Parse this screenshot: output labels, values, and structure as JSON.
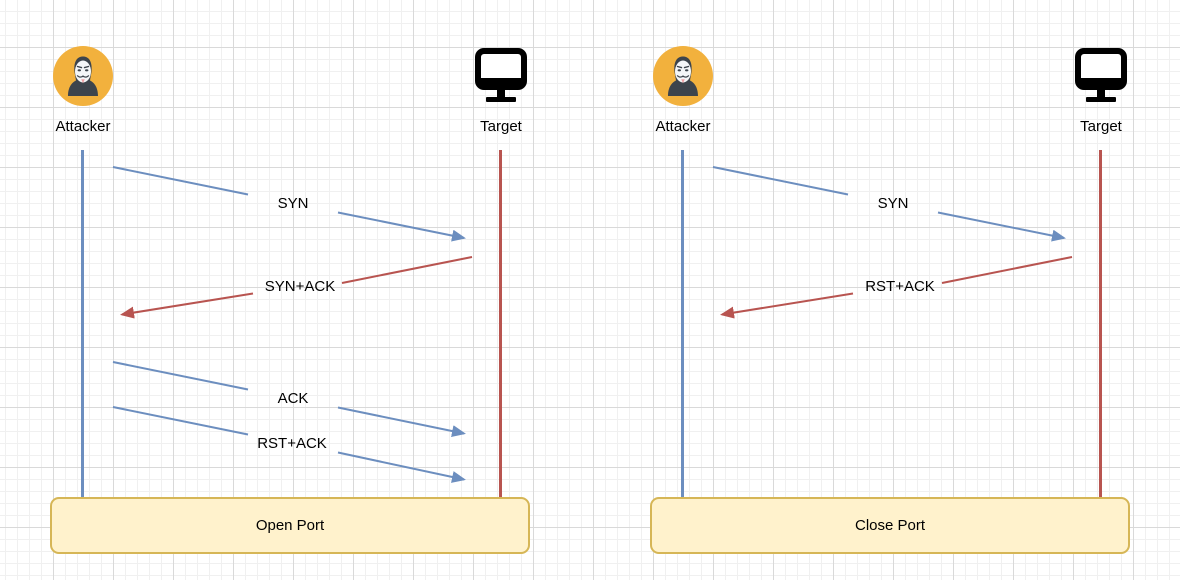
{
  "colors": {
    "arrow_blue": "#6c8ebf",
    "arrow_red": "#b85450",
    "attacker_lifeline": "#6c8ebf",
    "target_lifeline": "#b85450",
    "note_fill": "#fff2cc",
    "note_border": "#d6b656",
    "avatar_background": "#f2b13d",
    "text": "#000000"
  },
  "diagrams": [
    {
      "name": "open-port-scan",
      "actors": [
        {
          "label": "Attacker",
          "icon": "anonymous-mask-icon"
        },
        {
          "label": "Target",
          "icon": "monitor-icon"
        }
      ],
      "messages": [
        {
          "label": "SYN",
          "from": "Attacker",
          "to": "Target",
          "color": "#6c8ebf"
        },
        {
          "label": "SYN+ACK",
          "from": "Target",
          "to": "Attacker",
          "color": "#b85450"
        },
        {
          "label": "ACK",
          "from": "Attacker",
          "to": "Target",
          "color": "#6c8ebf"
        },
        {
          "label": "RST+ACK",
          "from": "Attacker",
          "to": "Target",
          "color": "#6c8ebf"
        }
      ],
      "result": {
        "label": "Open Port"
      }
    },
    {
      "name": "close-port-scan",
      "actors": [
        {
          "label": "Attacker",
          "icon": "anonymous-mask-icon"
        },
        {
          "label": "Target",
          "icon": "monitor-icon"
        }
      ],
      "messages": [
        {
          "label": "SYN",
          "from": "Attacker",
          "to": "Target",
          "color": "#6c8ebf"
        },
        {
          "label": "RST+ACK",
          "from": "Target",
          "to": "Attacker",
          "color": "#b85450"
        }
      ],
      "result": {
        "label": "Close Port"
      }
    }
  ]
}
